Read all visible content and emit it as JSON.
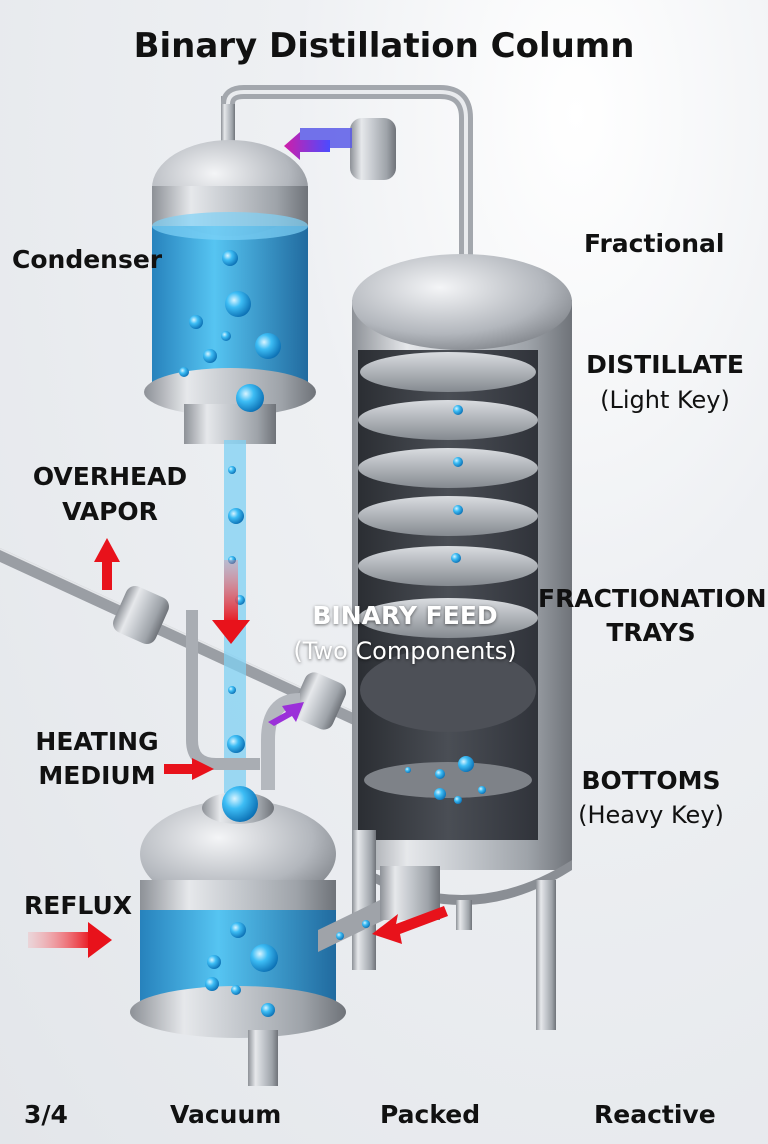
{
  "title": "Binary Distillation Column",
  "labels": {
    "condenser": "Condenser",
    "fractional": "Fractional",
    "distillate": "DISTILLATE",
    "light_key": "(Light Key)",
    "overhead_line1": "OVERHEAD",
    "overhead_line2": "VAPOR",
    "feed_line1": "BINARY FEED",
    "feed_line2": "(Two Components)",
    "trays_line1": "FRACTIONATION",
    "trays_line2": "TRAYS",
    "heating_line1": "HEATING",
    "heating_line2": "MEDIUM",
    "bottoms": "BOTTOMS",
    "heavy_key": "(Heavy Key)",
    "reflux": "REFLUX"
  },
  "pagination": {
    "page": "3/4",
    "options": [
      "Vacuum",
      "Packed",
      "Reactive"
    ]
  },
  "colors": {
    "steel": "#b8bcc2",
    "liquid": "#2aa7e8",
    "arrow_red": "#e8121b",
    "arrow_purple": "#8a2be2"
  }
}
